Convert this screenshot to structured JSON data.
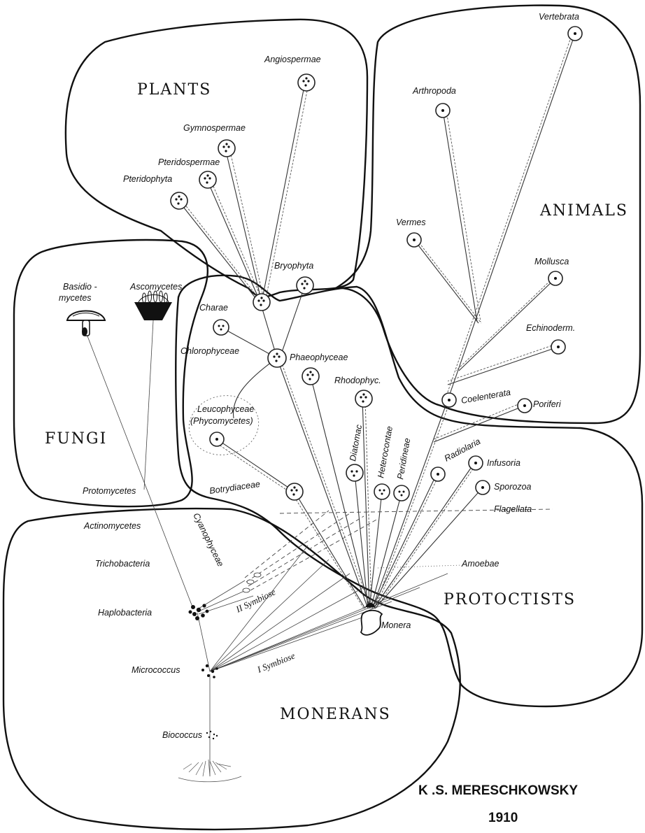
{
  "regions": {
    "plants": "PLANTS",
    "animals": "ANIMALS",
    "fungi": "FUNGI",
    "protoctists": "PROTOCTISTS",
    "monerans": "MONERANS"
  },
  "taxa": {
    "angiospermae": "Angiospermae",
    "gymnospermae": "Gymnospermae",
    "pteridospermae": "Pteridospermae",
    "pteridophyta": "Pteridophyta",
    "bryophyta": "Bryophyta",
    "vertebrata": "Vertebrata",
    "arthropoda": "Arthropoda",
    "vermes": "Vermes",
    "mollusca": "Mollusca",
    "echinoderm": "Echinoderm.",
    "coelenterata": "Coelenterata",
    "poriferi": "Poriferi",
    "basidio": "Basidio -",
    "mycetes": "mycetes",
    "ascomycetes": "Ascomycetes",
    "protomycetes": "Protomycetes",
    "charae": "Charae",
    "chlorophyceae": "Chlorophyceae",
    "phaeophyceae": "Phaeophyceae",
    "rhodophyc": "Rhodophyc.",
    "leucophyceae": "Leucophyceae",
    "phycomycetes": "(Phycomycetes)",
    "diatomac": "Diatomac",
    "heterocontae": "Heterocontae",
    "peridineae": "Peridineae",
    "radiolaria": "Radiolaria",
    "infusoria": "Infusoria",
    "sporozoa": "Sporozoa",
    "flagellata": "Flagellata",
    "botrydiaceae": "Botrydiaceae",
    "amoebae": "Amoebae",
    "actinomycetes": "Actinomycetes",
    "cyanophyceae": "Cyanophyceae",
    "trichobacteria": "Trichobacteria",
    "haplobacteria": "Haplobacteria",
    "micrococcus": "Micrococcus",
    "biococcus": "Biococcus",
    "monera": "Monera"
  },
  "annotations": {
    "symbiose_2": "II Symbiose",
    "symbiose_1": "I Symbiose"
  },
  "credit": {
    "author": "K .S. MERESCHKOWSKY",
    "year": "1910"
  }
}
